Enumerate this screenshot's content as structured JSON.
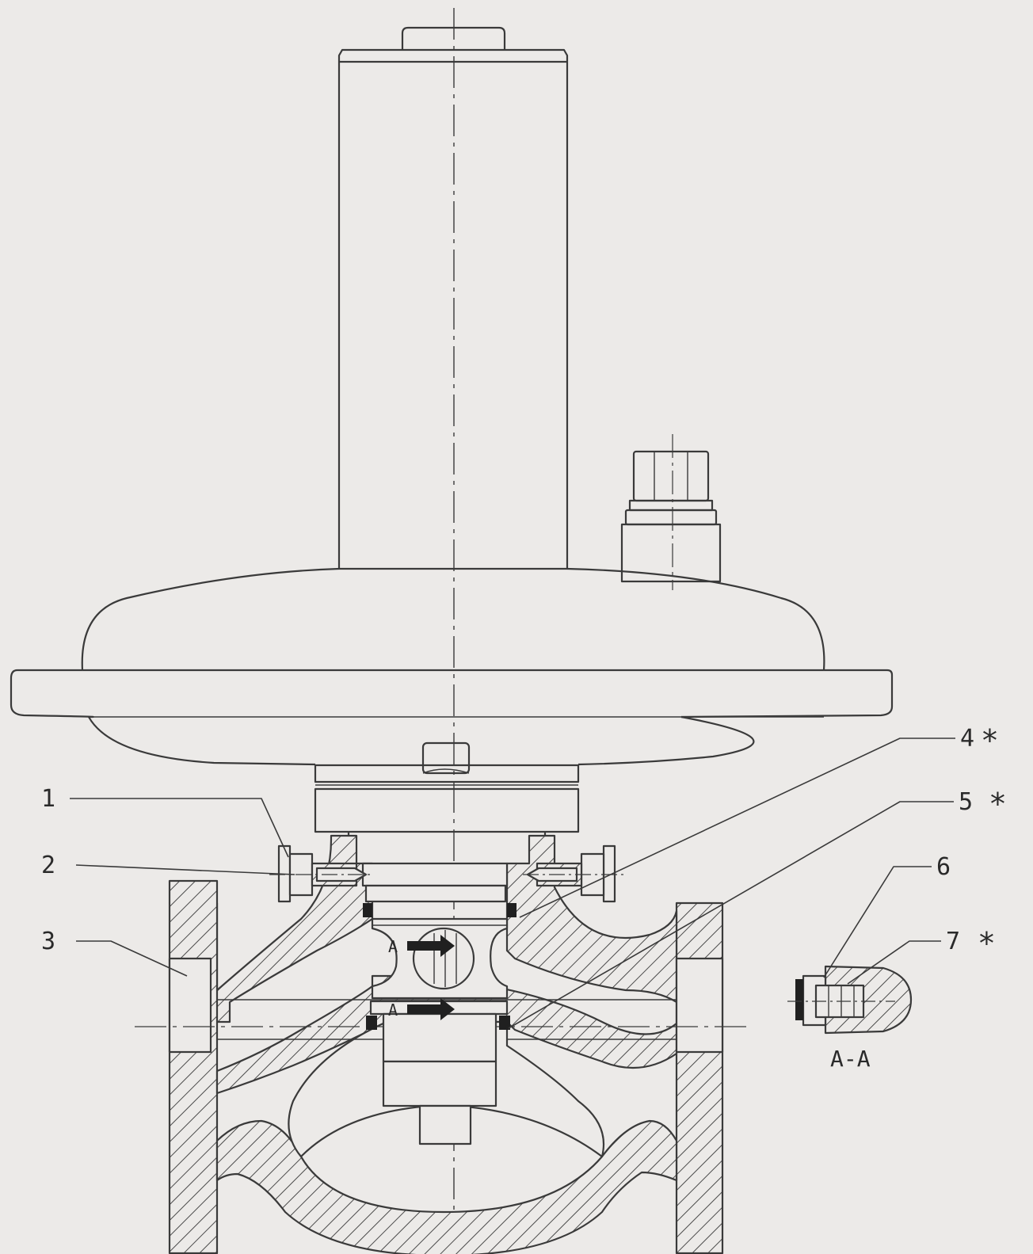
{
  "labels": {
    "part_1": "1",
    "part_2": "2",
    "part_3": "3",
    "part_4": "4",
    "part_5": "5",
    "part_6": "6",
    "part_7": "7",
    "spare_mark": "*",
    "section_arrow_upper": "A",
    "section_arrow_lower": "A",
    "section_view": "A-A"
  },
  "colors": {
    "paper": "#eceae8",
    "ink": "#3a3a3a",
    "hatch": "#4a4a4a",
    "solid": "#202020"
  }
}
